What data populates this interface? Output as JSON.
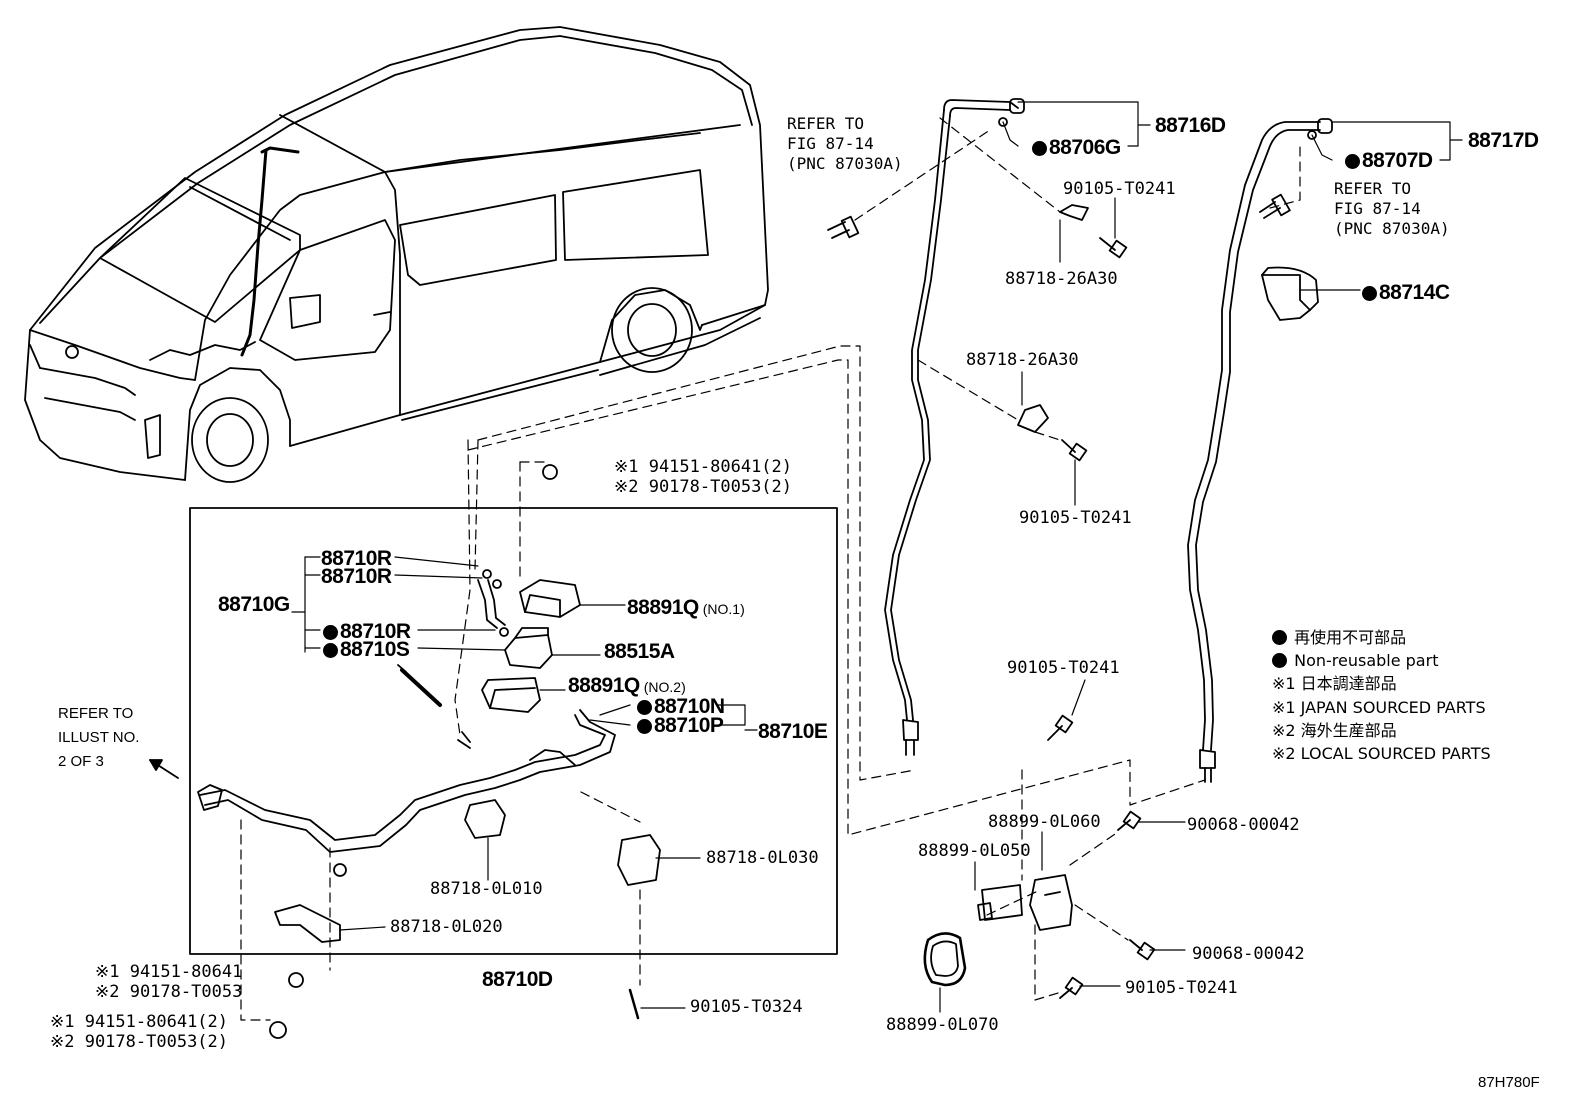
{
  "assy_labels": {
    "assy_88716D": "88716D",
    "assy_88717D": "88717D",
    "assy_88710G": "88710G",
    "assy_88710E": "88710E",
    "assy_88710D": "88710D"
  },
  "non_reusable_parts": {
    "p_88706G": "88706G",
    "p_88707D": "88707D",
    "p_88714C": "88714C",
    "p_88710R_c": "88710R",
    "p_88710S": "88710S",
    "p_88710N": "88710N",
    "p_88710P": "88710P"
  },
  "parts": {
    "p_90105_a": "90105-T0241",
    "p_88718_26a30_a": "88718-26A30",
    "p_88718_26a30_b": "88718-26A30",
    "p_90105_b": "90105-T0241",
    "p_90105_c": "90105-T0241",
    "p_88710R_a": "88710R",
    "p_88710R_b": "88710R",
    "p_88891Q_1": "88891Q",
    "p_88515A": "88515A",
    "p_88891Q_2": "88891Q",
    "p_88718_0l010": "88718-0L010",
    "p_88718_0l030": "88718-0L030",
    "p_88718_0l020": "88718-0L020",
    "p_90105_t0324": "90105-T0324",
    "p_88899_0l060": "88899-0L060",
    "p_88899_0l050": "88899-0L050",
    "p_88899_0l070": "88899-0L070",
    "p_90068_a": "90068-00042",
    "p_90068_b": "90068-00042",
    "p_90105_d": "90105-T0241"
  },
  "notes": {
    "no1": "(NO.1)",
    "no2": "(NO.2)"
  },
  "variant_parts": {
    "top_line1": "※1 94151-80641(2)",
    "top_line2": "※2 90178-T0053(2)",
    "mid_line1": "※1 94151-80641",
    "mid_line2": "※2 90178-T0053",
    "bot_line1": "※1 94151-80641(2)",
    "bot_line2": "※2 90178-T0053(2)"
  },
  "references": {
    "ref_a": [
      "REFER TO",
      "FIG 87-14",
      "(PNC 87030A)"
    ],
    "ref_b": [
      "REFER TO",
      "FIG 87-14",
      "(PNC 87030A)"
    ],
    "ref_c": [
      "REFER TO",
      "ILLUST NO.",
      "2 OF 3"
    ]
  },
  "legend": {
    "jp_nonreusable": "再使用不可部品",
    "en_nonreusable": "Non-reusable part",
    "jp_japan": "※1 日本調達部品",
    "en_japan": "※1 JAPAN SOURCED PARTS",
    "jp_local": "※2 海外生産部品",
    "en_local": "※2 LOCAL SOURCED PARTS"
  },
  "figure_id": "87H780F"
}
